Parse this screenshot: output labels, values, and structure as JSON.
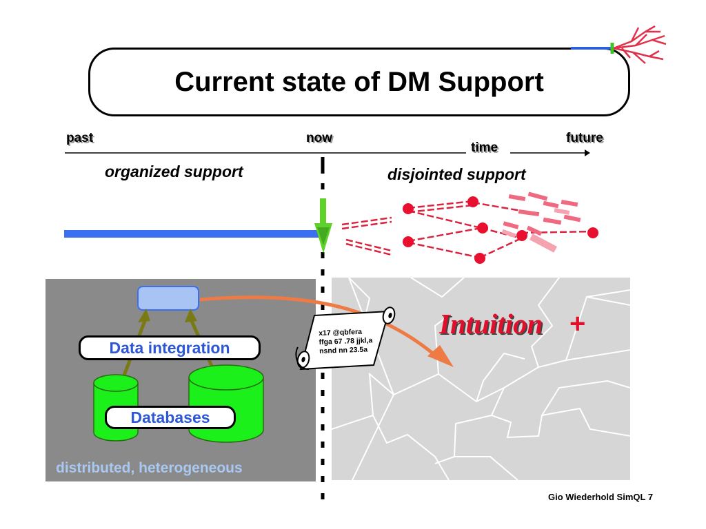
{
  "slide": {
    "title": "Current state of DM Support",
    "timeline": {
      "past_label": "past",
      "now_label": "now",
      "future_label": "future",
      "time_label": "time"
    },
    "left_caption": "organized support",
    "right_caption": "disjointed support",
    "left_panel": {
      "data_integration_label": "Data integration",
      "databases_label": "Databases",
      "footer_label": "distributed, heterogeneous"
    },
    "scroll": {
      "lines": [
        "x17 @qbfera",
        "ffga 67 .78 jjkl,a",
        "nsnd  nn 23.5a"
      ]
    },
    "right_panel": {
      "intuition_label": "Intuition",
      "plus_label": "+"
    },
    "footer": "Gio Wiederhold SimQL 7"
  },
  "colors": {
    "accent_blue": "#3b6ff2",
    "database_green": "#1bf01b",
    "arrow_green": "#5fd12a",
    "intuition_red": "#e0102c",
    "panel_dark_gray": "#8a8a8a",
    "panel_light_gray": "#d6d6d6",
    "flow_orange": "#ee7a45",
    "label_blue": "#2d57d6"
  }
}
